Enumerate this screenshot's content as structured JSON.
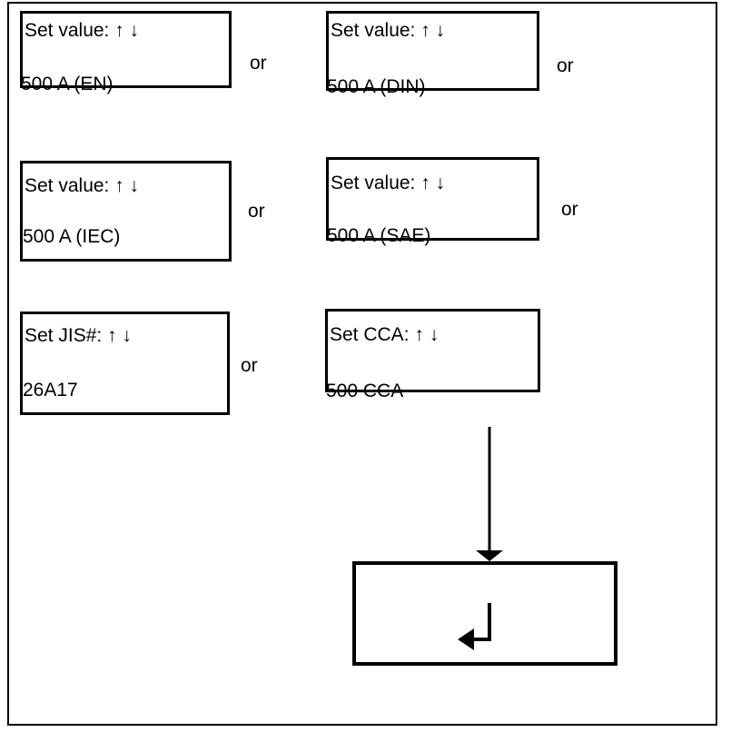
{
  "page": {
    "background": "#ffffff",
    "line_color": "#000000"
  },
  "diagram": {
    "boxes": [
      {
        "name": "set-value-en",
        "line1": "Set value: ↑ ↓",
        "line2": "500 A (EN)"
      },
      {
        "name": "set-value-din",
        "line1": "Set value: ↑ ↓",
        "line2": "500 A (DIN)"
      },
      {
        "name": "set-value-iec",
        "line1": "Set value: ↑ ↓",
        "line2": "500 A (IEC)"
      },
      {
        "name": "set-value-sae",
        "line1": "Set value: ↑ ↓",
        "line2": "500 A (SAE)"
      },
      {
        "name": "set-jis",
        "line1": "Set JIS#: ↑ ↓",
        "line2": "26A17"
      },
      {
        "name": "set-cca",
        "line1": "Set CCA: ↑ ↓",
        "line2": "500 CCA"
      }
    ],
    "or_labels": [
      {
        "label": "or"
      },
      {
        "label": "or"
      },
      {
        "label": "or"
      },
      {
        "label": "or"
      },
      {
        "label": "or"
      }
    ],
    "icons": {
      "down_arrow": "down-arrow-icon",
      "enter_arrow": "enter-arrow-icon"
    }
  }
}
